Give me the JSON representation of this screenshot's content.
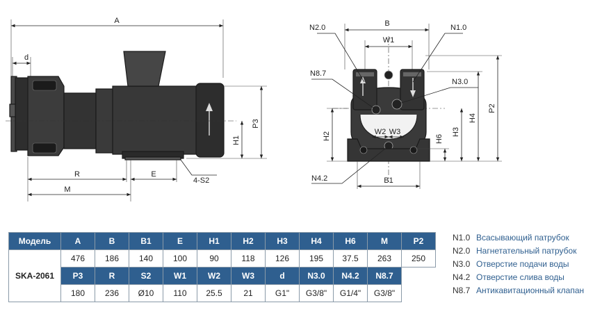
{
  "drawing_labels": {
    "A": "A",
    "d": "d",
    "R": "R",
    "M": "M",
    "E": "E",
    "S2": "4-S2",
    "H1": "H1",
    "P3": "P3",
    "B": "B",
    "W1": "W1",
    "N2_0": "N2.0",
    "N1_0": "N1.0",
    "N8_7": "N8.7",
    "N3_0": "N3.0",
    "W2": "W2",
    "W3": "W3",
    "H2": "H2",
    "H6": "H6",
    "H3": "H3",
    "H4": "H4",
    "P2": "P2",
    "N4_2": "N4.2",
    "B1": "B1"
  },
  "table": {
    "model_header": "Модель",
    "model": "SKA-2061",
    "row1_headers": [
      "A",
      "B",
      "B1",
      "E",
      "H1",
      "H2",
      "H3",
      "H4",
      "H6",
      "M",
      "P2"
    ],
    "row1_values": [
      "476",
      "186",
      "140",
      "100",
      "90",
      "118",
      "126",
      "195",
      "37.5",
      "263",
      "250"
    ],
    "row2_headers": [
      "P3",
      "R",
      "S2",
      "W1",
      "W2",
      "W3",
      "d",
      "N3.0",
      "N4.2",
      "N8.7"
    ],
    "row2_values": [
      "180",
      "236",
      "Ø10",
      "110",
      "25.5",
      "21",
      "G1\"",
      "G3/8\"",
      "G1/4\"",
      "G3/8\""
    ]
  },
  "legend": [
    {
      "code": "N1.0",
      "desc": "Всасывающий патрубок"
    },
    {
      "code": "N2.0",
      "desc": "Нагнетательный патрубок"
    },
    {
      "code": "N3.0",
      "desc": "Отверстие подачи воды"
    },
    {
      "code": "N4.2",
      "desc": "Отверстие слива воды"
    },
    {
      "code": "N8.7",
      "desc": "Антикавитационный клапан"
    }
  ],
  "colors": {
    "header_bg": "#2f5f8f",
    "header_text": "#ffffff",
    "legend_text": "#2f5f8f",
    "body_fill": "#3a3a3a"
  }
}
